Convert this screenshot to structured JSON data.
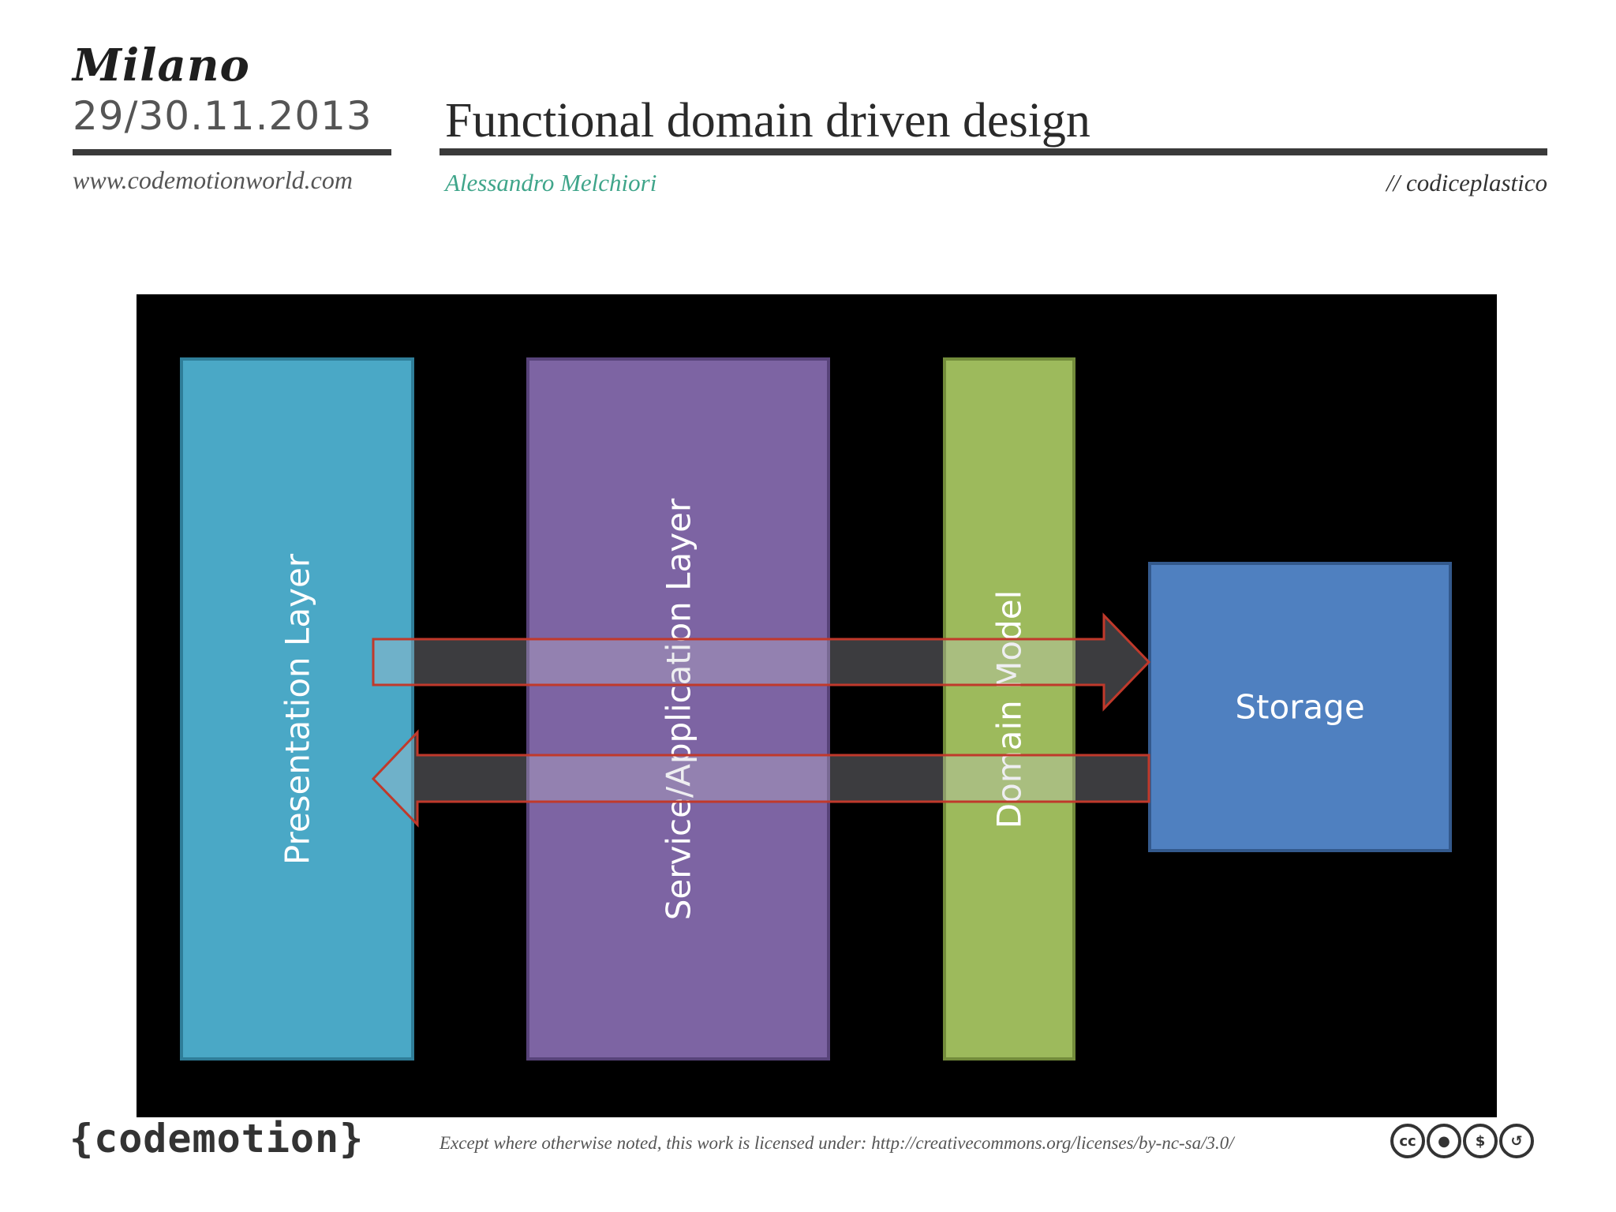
{
  "header": {
    "city": "Milano",
    "dates": "29/30.11.2013",
    "website": "www.codemotionworld.com",
    "title": "Functional domain driven design",
    "author": "Alessandro Melchiori",
    "handle": "// codiceplastico"
  },
  "diagram": {
    "layers": [
      {
        "label": "Presentation Layer",
        "color": "#4aa8c6"
      },
      {
        "label": "Service/Application Layer",
        "color": "#7d64a3"
      },
      {
        "label": "Domain Model",
        "color": "#9dba5c"
      },
      {
        "label": "Storage",
        "color": "#4f80c0"
      }
    ],
    "arrows": [
      {
        "direction": "right",
        "from": "Presentation Layer",
        "to": "Storage"
      },
      {
        "direction": "left",
        "from": "Storage",
        "to": "Presentation Layer"
      }
    ]
  },
  "footer": {
    "brand": "{codemotion}",
    "license": "Except where otherwise noted, this work is licensed under: http://creativecommons.org/licenses/by-nc-sa/3.0/",
    "license_icons": [
      "cc-icon",
      "attribution-icon",
      "noncommercial-icon",
      "sharealike-icon"
    ]
  }
}
